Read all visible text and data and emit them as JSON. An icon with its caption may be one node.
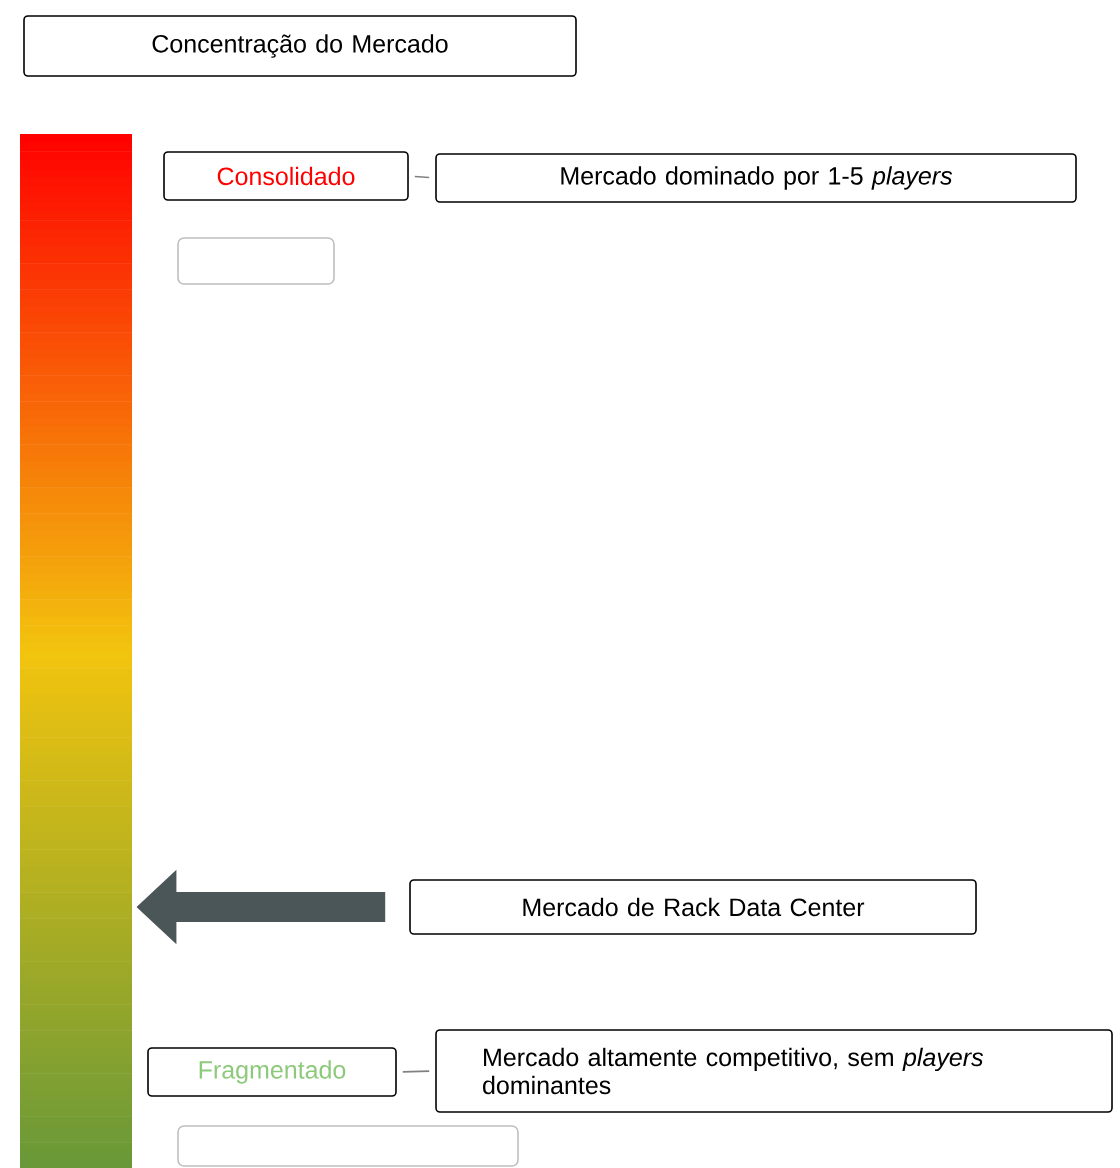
{
  "diagram": {
    "nodes": [
      {
        "text": [
          "Concentração do Mercado"
        ]
      },
      {
        "text": [],
        "shape": "bar"
      },
      {
        "text": [
          "Consolidado"
        ]
      },
      {
        "text": [
          "Mercado dominado por 1-5 *players*"
        ]
      },
      {
        "text": [],
        "shape": "box"
      },
      {
        "text": [
          "Mercado de Rack Data Center"
        ]
      },
      {
        "text": [
          "Fragmentado"
        ]
      },
      {
        "text": [
          "Mercado altamente competitivo, sem *players* dominantes"
        ]
      },
      {
        "text": [],
        "shape": "box"
      }
    ],
    "edges": [
      {
        "from": 2,
        "to": 3,
        "arrow": "none"
      },
      {
        "from": 5,
        "to": 1,
        "arrow": "to",
        "style": "thick",
        "color": "#4b5659"
      },
      {
        "from": 6,
        "to": 7,
        "arrow": "none"
      }
    ]
  }
}
